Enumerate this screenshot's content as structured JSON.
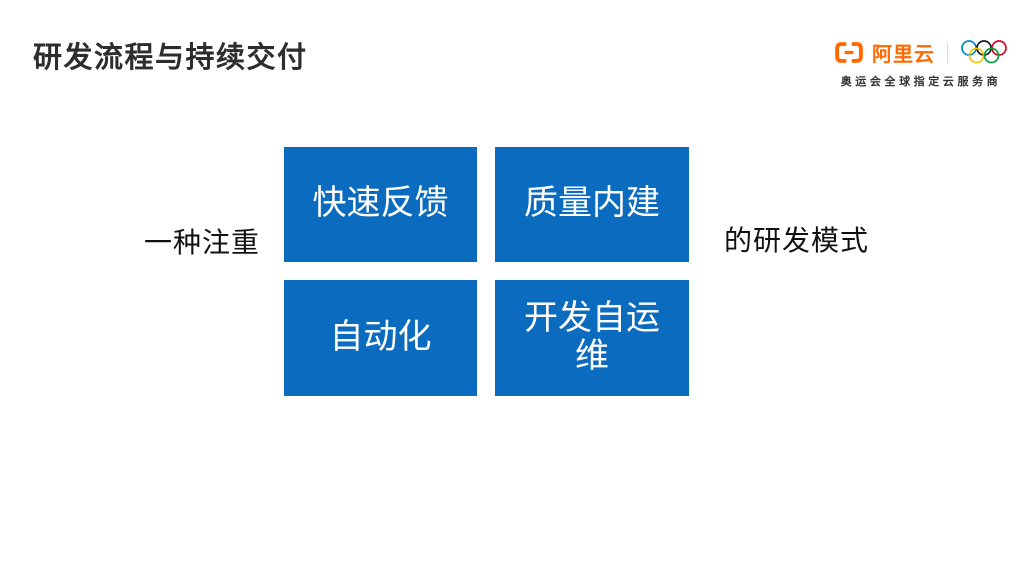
{
  "slide": {
    "title": "研发流程与持续交付"
  },
  "brand": {
    "name": "阿里云",
    "tagline": "奥运会全球指定云服务商",
    "logo_icon": "alibaba-cloud-bracket-icon",
    "rings_icon": "olympic-rings-icon",
    "colors": {
      "brand_orange": "#FF6A00",
      "ring_blue": "#0085C7",
      "ring_black": "#1A1A1A",
      "ring_red": "#DF0024",
      "ring_yellow": "#F4C300",
      "ring_green": "#009F3D"
    }
  },
  "diagram": {
    "prefix": "一种注重",
    "suffix": "的研发模式",
    "boxes": [
      "快速反馈",
      "质量内建",
      "自动化",
      "开发自运维"
    ],
    "colors": {
      "box_blue": "#0B6CBF",
      "box_text": "#FFFFFF",
      "label_text": "#111111"
    }
  }
}
